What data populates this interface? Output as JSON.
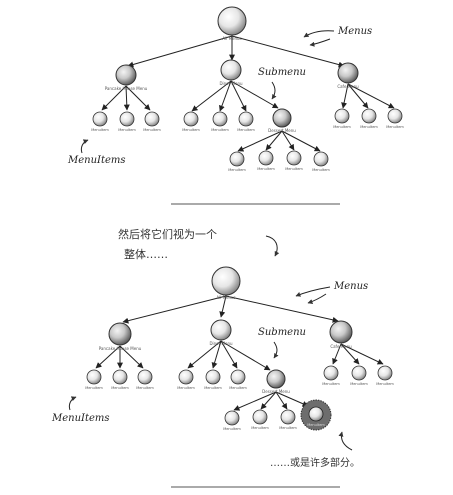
{
  "top_tree": {
    "root": {
      "label": "All Menus"
    },
    "menus": [
      {
        "label": "Pancake House Menu",
        "items": [
          "MenuItem",
          "MenuItem",
          "MenuItem"
        ]
      },
      {
        "label": "Diner Menu",
        "items": [
          "MenuItem",
          "MenuItem",
          "MenuItem"
        ],
        "submenu": {
          "label": "Dessert Menu",
          "items": [
            "MenuItem",
            "MenuItem",
            "MenuItem",
            "MenuItem"
          ]
        }
      },
      {
        "label": "Cafe Menu",
        "items": [
          "MenuItem",
          "MenuItem",
          "MenuItem"
        ]
      }
    ],
    "annotations": {
      "menus": "Menus",
      "submenu": "Submenu",
      "menuitems": "MenuItems"
    }
  },
  "bottom_tree": {
    "caption_line1": "然后将它们视为一个",
    "caption_line2": "整体……",
    "root": {
      "label": "All Menus"
    },
    "menus": [
      {
        "label": "Pancake House Menu",
        "items": [
          "MenuItem",
          "MenuItem",
          "MenuItem"
        ]
      },
      {
        "label": "Diner Menu",
        "items": [
          "MenuItem",
          "MenuItem",
          "MenuItem"
        ],
        "submenu": {
          "label": "Dessert Menu",
          "items": [
            "MenuItem",
            "MenuItem",
            "MenuItem",
            "MenuItem"
          ]
        }
      },
      {
        "label": "Cafe Menu",
        "items": [
          "MenuItem",
          "MenuItem",
          "MenuItem"
        ]
      }
    ],
    "annotations": {
      "menus": "Menus",
      "submenu": "Submenu",
      "menuitems": "MenuItems"
    },
    "part_caption": "……或是许多部分。"
  }
}
